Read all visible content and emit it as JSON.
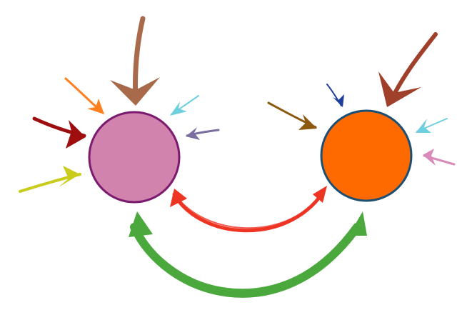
{
  "diagram": {
    "nodes": [
      {
        "id": "left-circle",
        "fill": "#d283ad",
        "stroke": "#7b1a6f"
      },
      {
        "id": "right-circle",
        "fill": "#ff6a00",
        "stroke": "#1d4f73"
      }
    ],
    "incoming_arrows_left": [
      {
        "color": "#c9cc1a"
      },
      {
        "color": "#9e0e0e"
      },
      {
        "color": "#ff7f1f"
      },
      {
        "color": "#a86a4a"
      },
      {
        "color": "#6ed0de"
      },
      {
        "color": "#7a6fa0"
      }
    ],
    "incoming_arrows_right": [
      {
        "color": "#8b5a10"
      },
      {
        "color": "#1f3f9c"
      },
      {
        "color": "#a0402a"
      },
      {
        "color": "#6ed0de"
      },
      {
        "color": "#d98ab8"
      }
    ],
    "connectors": [
      {
        "id": "red-connector",
        "from": "right-circle",
        "to": "left-circle",
        "color": "#ee3524"
      },
      {
        "id": "green-connector",
        "from": "right-circle",
        "to": "left-circle",
        "color": "#4aa83d"
      }
    ]
  }
}
